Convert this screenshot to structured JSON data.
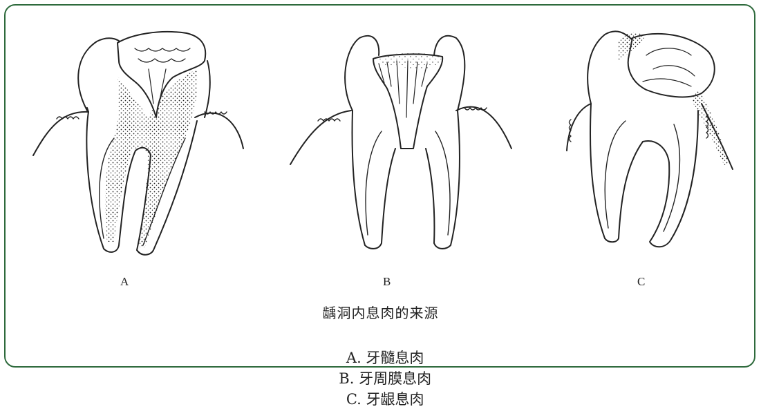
{
  "figure": {
    "panels": [
      {
        "id": "A",
        "label": "A"
      },
      {
        "id": "B",
        "label": "B"
      },
      {
        "id": "C",
        "label": "C"
      }
    ],
    "caption_title": "龋洞内息肉的来源",
    "legend": [
      {
        "key": "A",
        "text": "A. 牙髓息肉"
      },
      {
        "key": "B",
        "text": "B. 牙周膜息肉"
      },
      {
        "key": "C",
        "text": "C. 牙龈息肉"
      }
    ],
    "colors": {
      "frame_border": "#2e6a3c",
      "ink": "#222222"
    }
  }
}
